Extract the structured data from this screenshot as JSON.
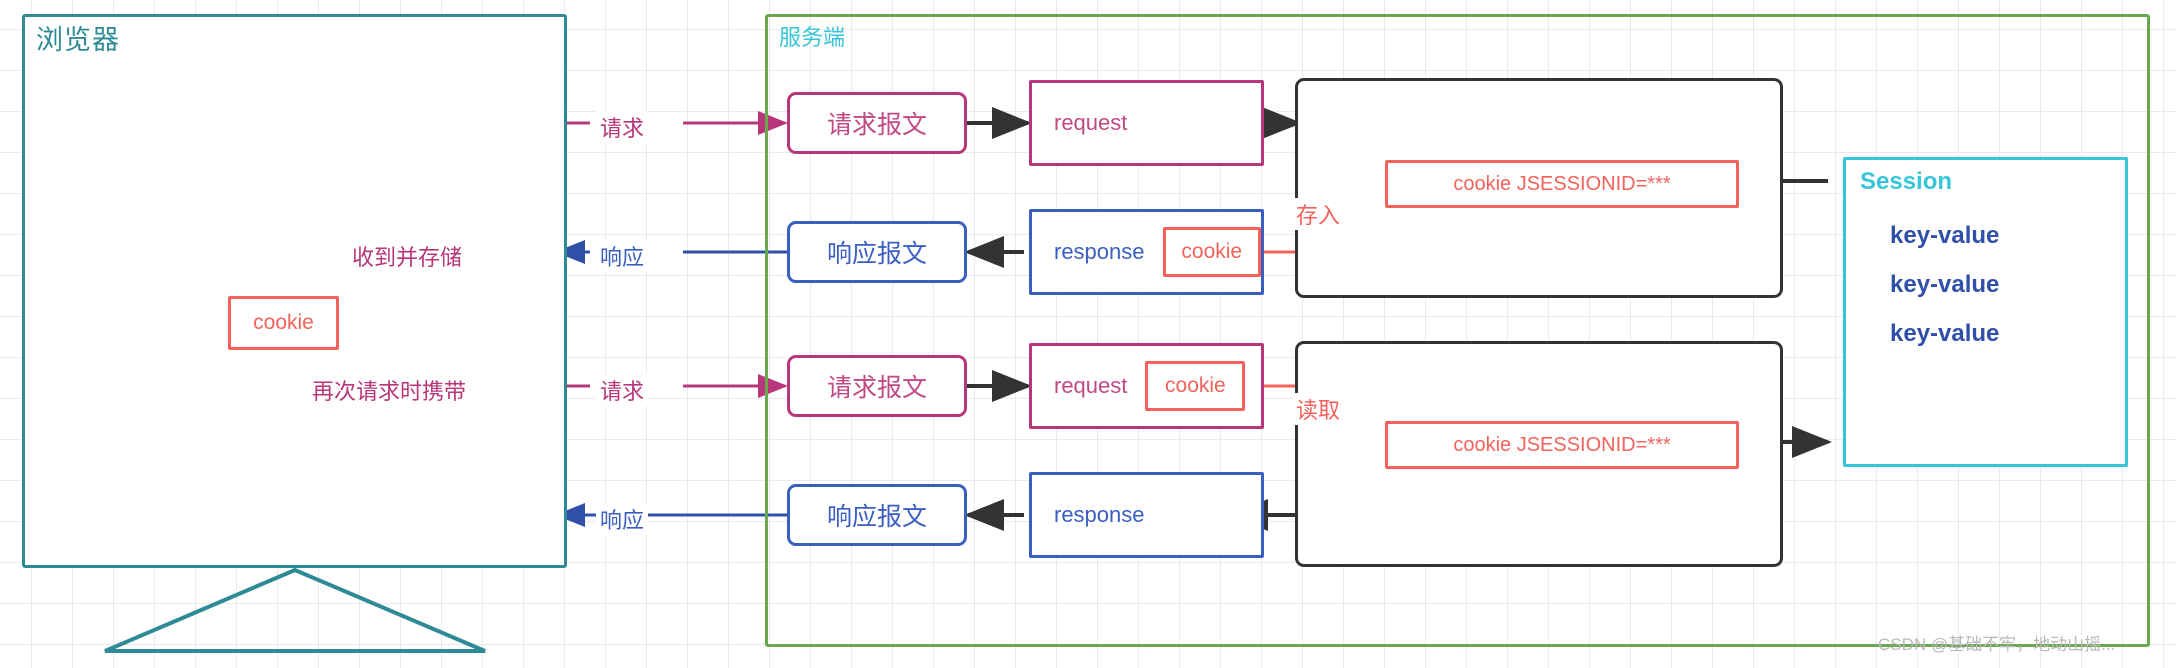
{
  "diagram": {
    "title": "Cookie and Session interaction between browser and server",
    "colors": {
      "browser_border": "#2e8b96",
      "server_border": "#6aa84f",
      "server_title": "#37c5d8",
      "pink": "#b8367a",
      "pink_text": "#c04a86",
      "blue": "#3b5fc0",
      "red": "#f4635b",
      "black": "#333333",
      "session_border": "#37c5d8",
      "keyvalue_text": "#2f4fa8",
      "grid": "#eaeaea",
      "watermark": "#b9b9b9"
    }
  },
  "browser": {
    "title": "浏览器",
    "cookie_box": "cookie",
    "store_label": "收到并存储",
    "resend_label": "再次请求时携带"
  },
  "server": {
    "title": "服务端",
    "rows": [
      {
        "id": "row-1-request",
        "message_box": "请求报文",
        "http_box": "request",
        "http_box_cookie": null,
        "edge_label": "请求"
      },
      {
        "id": "row-2-response",
        "message_box": "响应报文",
        "http_box": "response",
        "http_box_cookie": "cookie",
        "edge_label": "响应"
      },
      {
        "id": "row-3-request",
        "message_box": "请求报文",
        "http_box": "request",
        "http_box_cookie": "cookie",
        "edge_label": "请求"
      },
      {
        "id": "row-4-response",
        "message_box": "响应报文",
        "http_box": "response",
        "http_box_cookie": null,
        "edge_label": "响应"
      }
    ],
    "containers": [
      {
        "id": "container-top",
        "action_label": "存入",
        "cookie_line": "cookie   JSESSIONID=***"
      },
      {
        "id": "container-bottom",
        "action_label": "读取",
        "cookie_line": "cookie   JSESSIONID=***"
      }
    ]
  },
  "session": {
    "title": "Session",
    "entries": [
      "key-value",
      "key-value",
      "key-value"
    ]
  },
  "watermark": "CSDN @基础不牢，地动山摇..."
}
